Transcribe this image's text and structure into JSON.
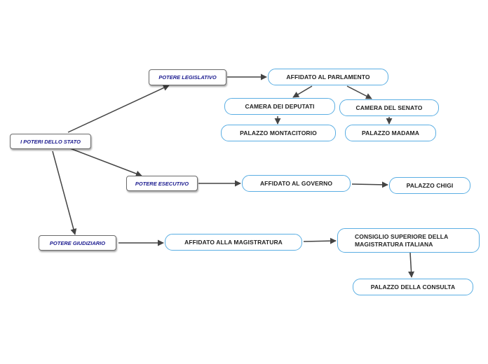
{
  "nodes": {
    "root": "I POTERI DELLO STATO",
    "legislativo": "POTERE LEGISLATIVO",
    "esecutivo": "POTERE ESECUTIVO",
    "giudiziario": "POTERE GIUDIZIARIO",
    "parlamento": "AFFIDATO AL PARLAMENTO",
    "camera_deputati": "CAMERA DEI DEPUTATI",
    "camera_senato": "CAMERA DEL SENATO",
    "montecitorio": "PALAZZO MONTACITORIO",
    "madama": "PALAZZO MADAMA",
    "governo": "AFFIDATO AL GOVERNO",
    "chigi": "PALAZZO CHIGI",
    "magistratura": "AFFIDATO ALLA MAGISTRATURA",
    "csm": "CONSIGLIO SUPERIORE DELLA\nMAGISTRATURA ITALIANA",
    "consulta": "PALAZZO DELLA CONSULTA"
  },
  "colors": {
    "connector": "#444444",
    "blue_border": "#5aaee3",
    "gray_border": "#6b6b6b",
    "gray_text": "#1b1b8f"
  }
}
